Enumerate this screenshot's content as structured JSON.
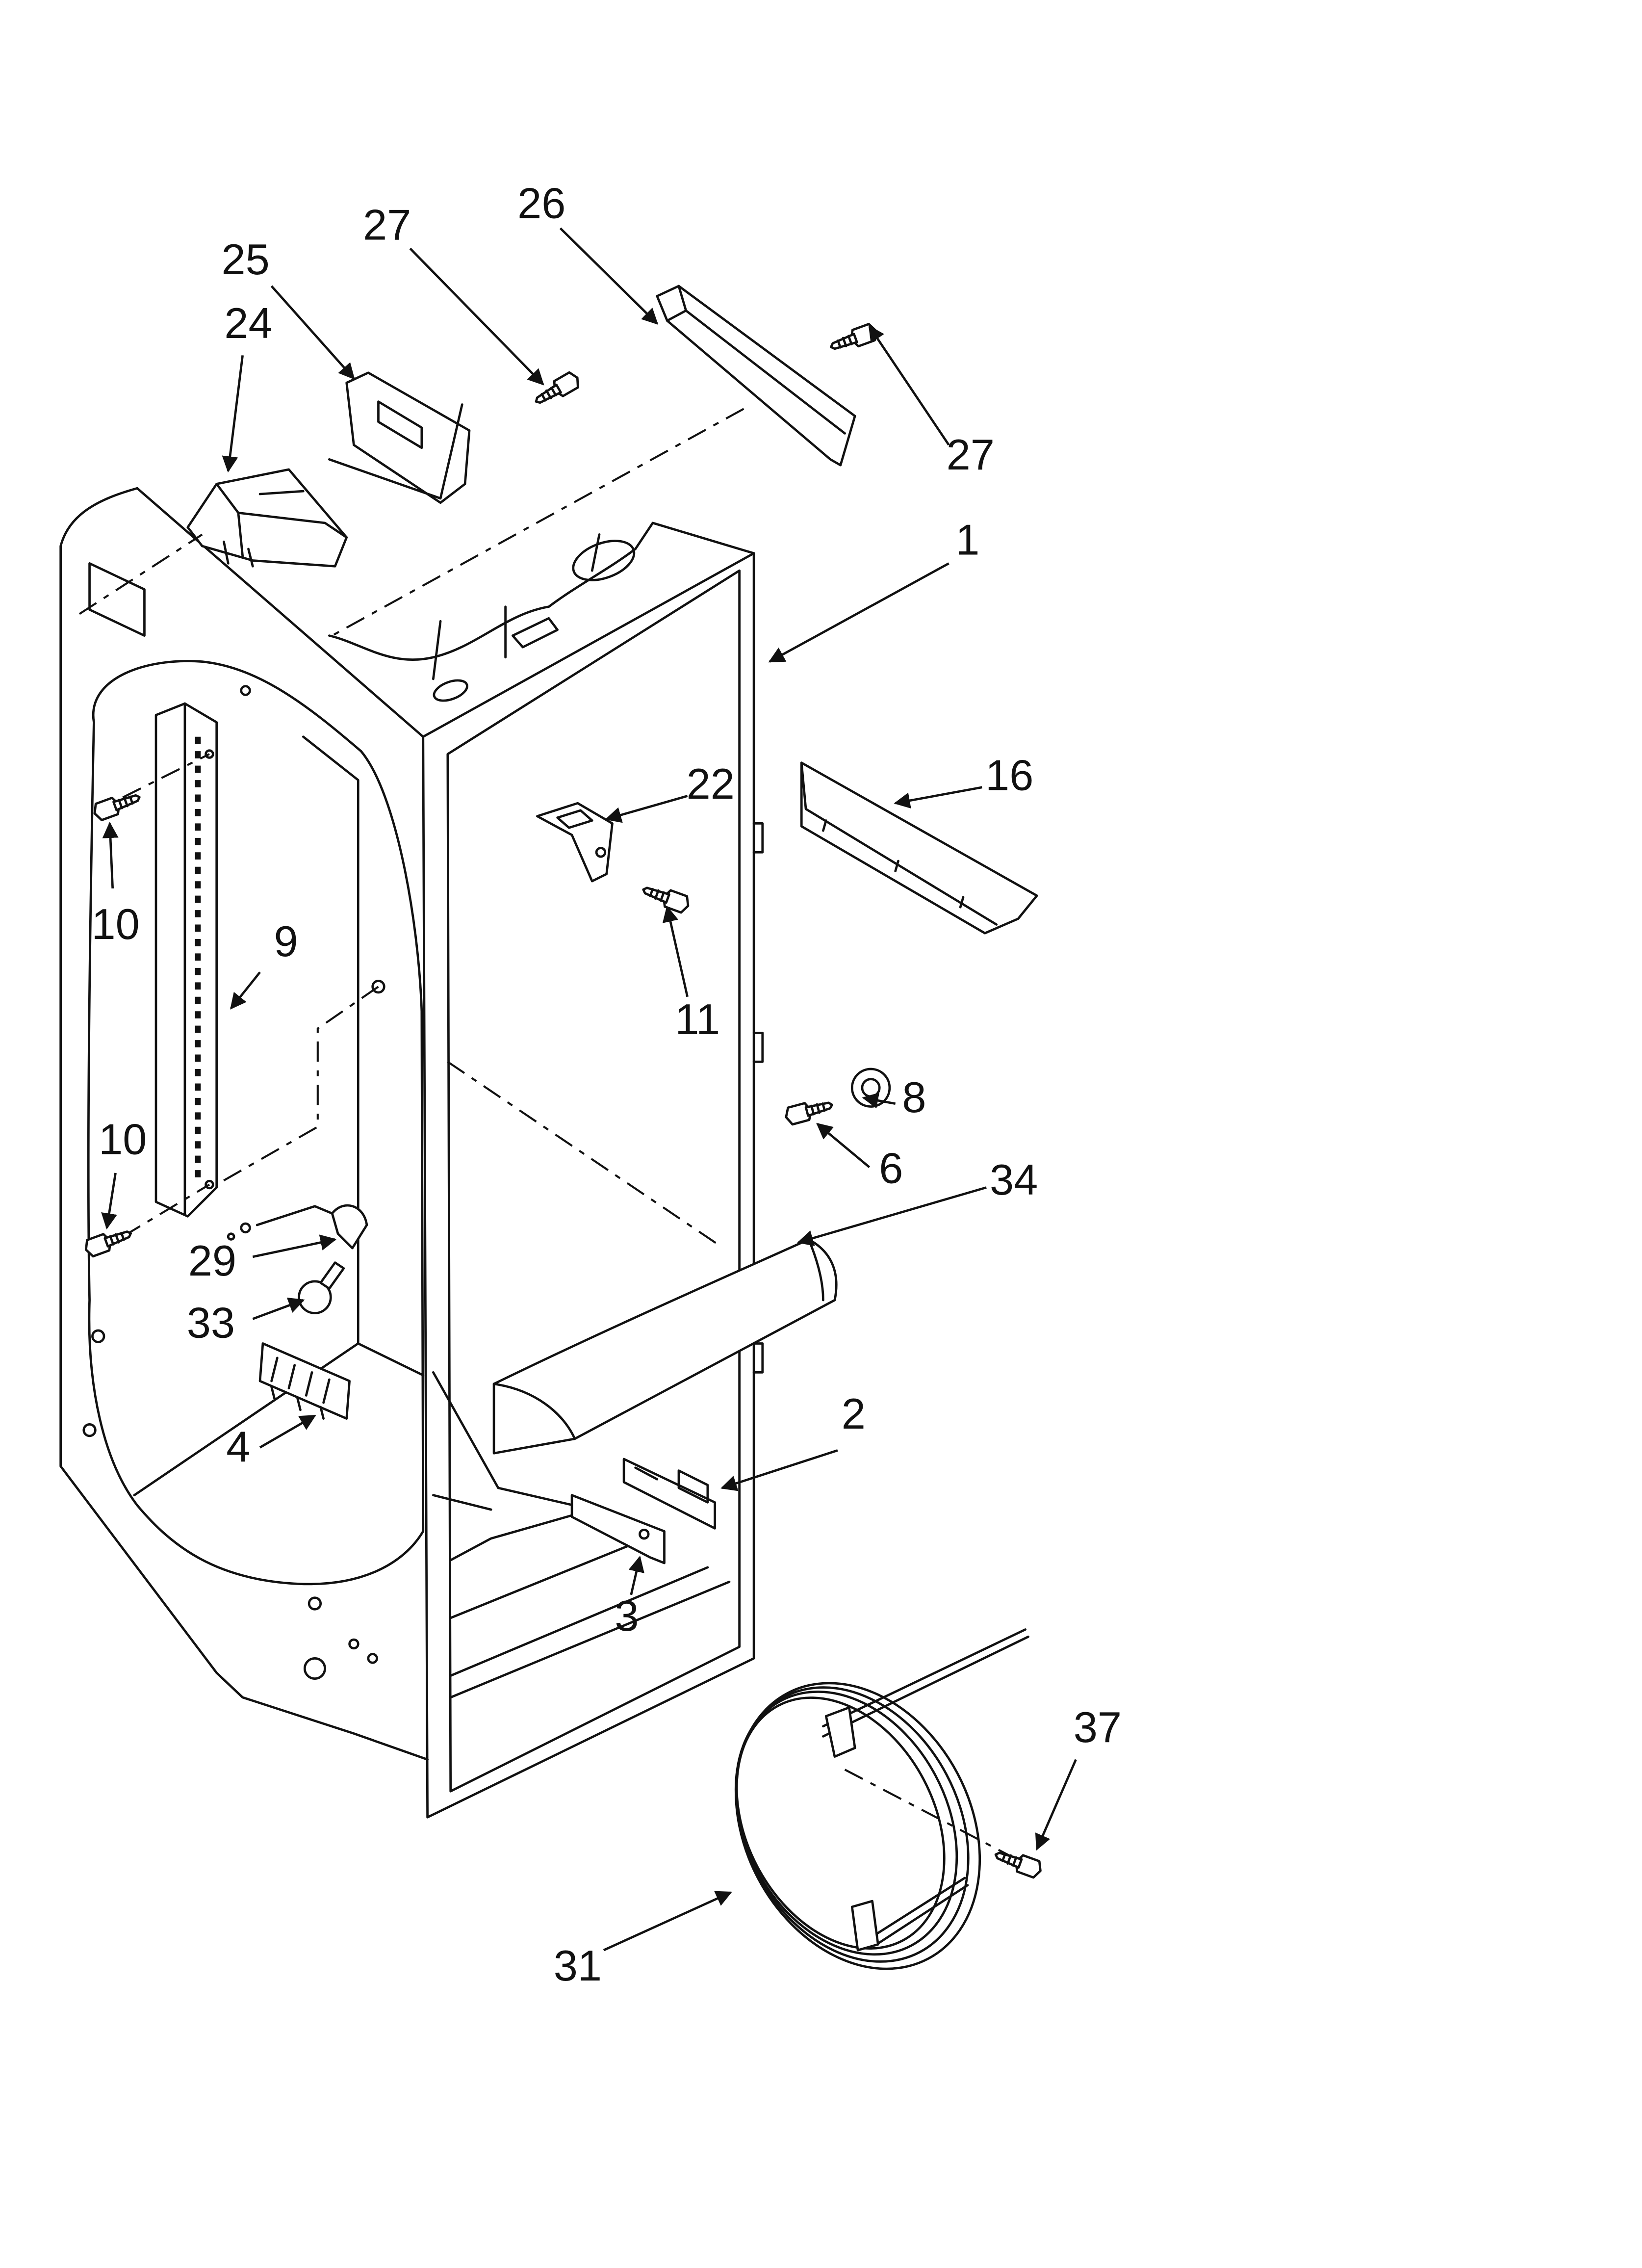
{
  "labels": [
    "27",
    "26",
    "25",
    "24",
    "27",
    "1",
    "22",
    "16",
    "10",
    "9",
    "11",
    "8",
    "10",
    "6",
    "34",
    "29",
    "33",
    "4",
    "2",
    "3",
    "37",
    "31"
  ]
}
